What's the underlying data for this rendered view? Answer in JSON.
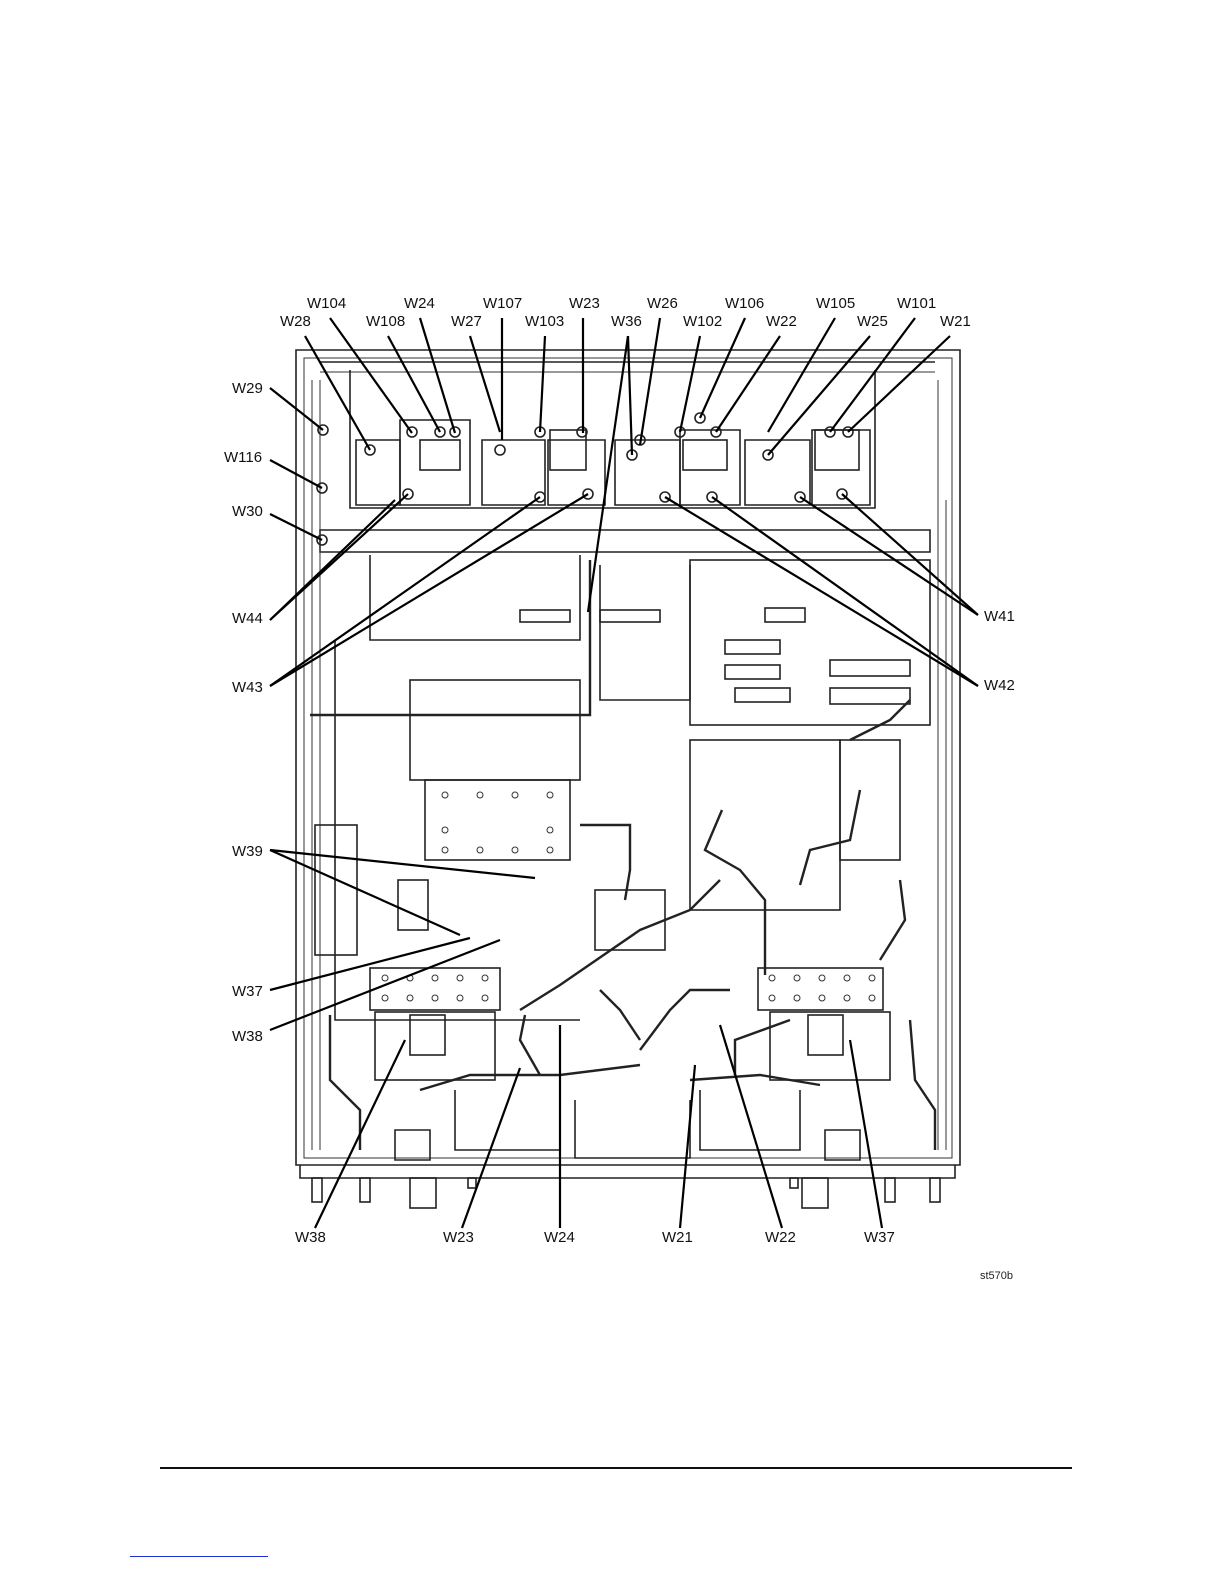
{
  "figure": {
    "figure_id": "st570b",
    "labels_top_row1": [
      "W104",
      "W24",
      "W107",
      "W23",
      "W26",
      "W106",
      "W105",
      "W101"
    ],
    "labels_top_row2": [
      "W28",
      "W108",
      "W27",
      "W103",
      "W36",
      "W102",
      "W22",
      "W25",
      "W21"
    ],
    "labels_left": [
      "W29",
      "W116",
      "W30",
      "W44",
      "W43",
      "W39",
      "W37",
      "W38"
    ],
    "labels_right": [
      "W41",
      "W42"
    ],
    "labels_bottom": [
      "W38",
      "W23",
      "W24",
      "W21",
      "W22",
      "W37"
    ]
  },
  "colors": {
    "ink": "#111111",
    "footer_link": "#1d2fd6"
  }
}
